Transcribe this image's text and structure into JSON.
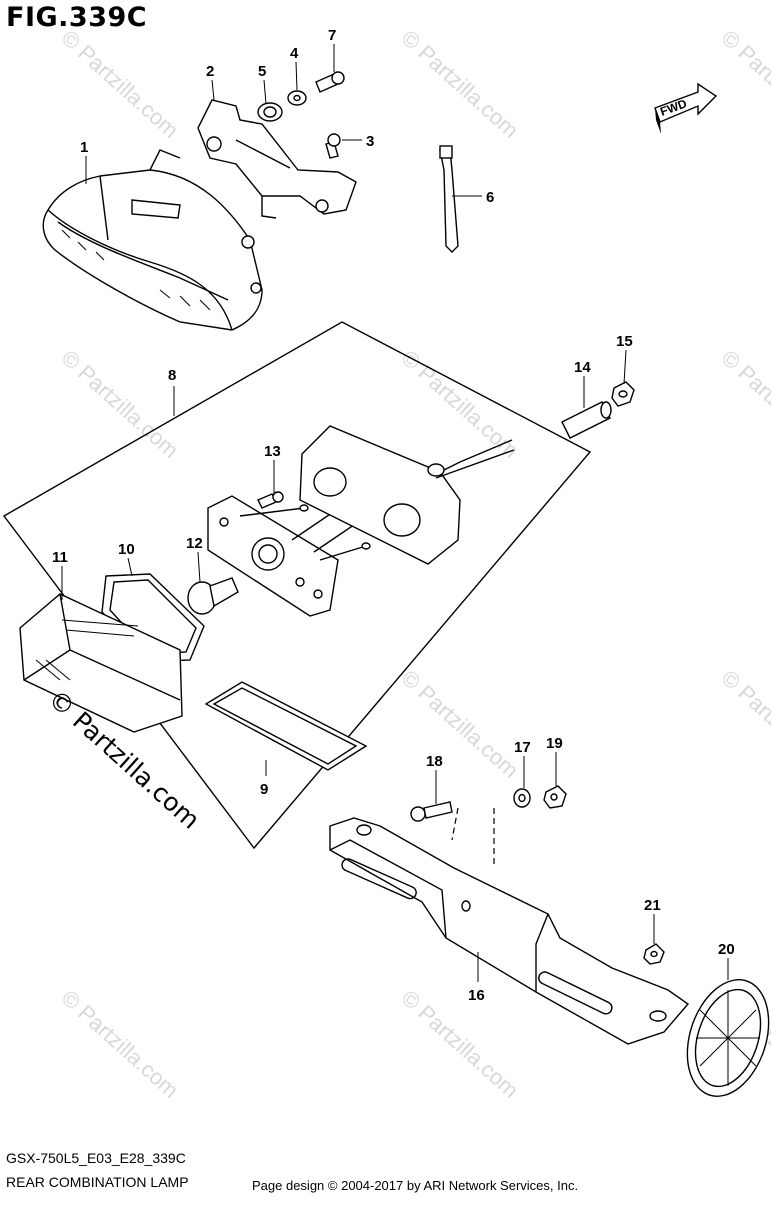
{
  "figure": {
    "title": "FIG.339C",
    "model_code": "GSX-750L5_E03_E28_339C",
    "diagram_name": "REAR COMBINATION LAMP",
    "copyright": "Page design © 2004-2017 by ARI Network Services, Inc."
  },
  "watermark": {
    "large_text": "© Partzilla.com",
    "tiled_text": "© Partzilla.com"
  },
  "fwd_badge": "FWD",
  "callouts": [
    {
      "id": "1",
      "label": "1"
    },
    {
      "id": "2",
      "label": "2"
    },
    {
      "id": "3",
      "label": "3"
    },
    {
      "id": "4",
      "label": "4"
    },
    {
      "id": "5",
      "label": "5"
    },
    {
      "id": "6",
      "label": "6"
    },
    {
      "id": "7",
      "label": "7"
    },
    {
      "id": "8",
      "label": "8"
    },
    {
      "id": "9",
      "label": "9"
    },
    {
      "id": "10",
      "label": "10"
    },
    {
      "id": "11",
      "label": "11"
    },
    {
      "id": "12",
      "label": "12"
    },
    {
      "id": "13",
      "label": "13"
    },
    {
      "id": "14",
      "label": "14"
    },
    {
      "id": "15",
      "label": "15"
    },
    {
      "id": "16",
      "label": "16"
    },
    {
      "id": "17",
      "label": "17"
    },
    {
      "id": "18",
      "label": "18"
    },
    {
      "id": "19",
      "label": "19"
    },
    {
      "id": "20",
      "label": "20"
    },
    {
      "id": "21",
      "label": "21"
    }
  ]
}
